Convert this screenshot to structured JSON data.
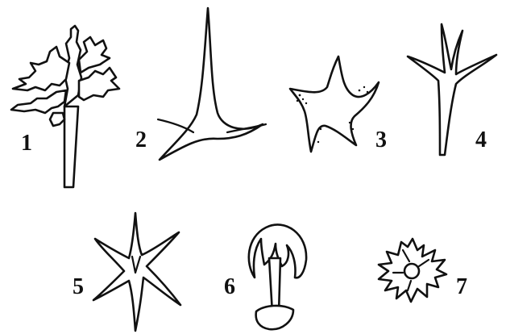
{
  "figure": {
    "labels": [
      "1",
      "2",
      "3",
      "4",
      "5",
      "6",
      "7"
    ],
    "ink_color": "#111111",
    "background_color": "#ffffff"
  }
}
